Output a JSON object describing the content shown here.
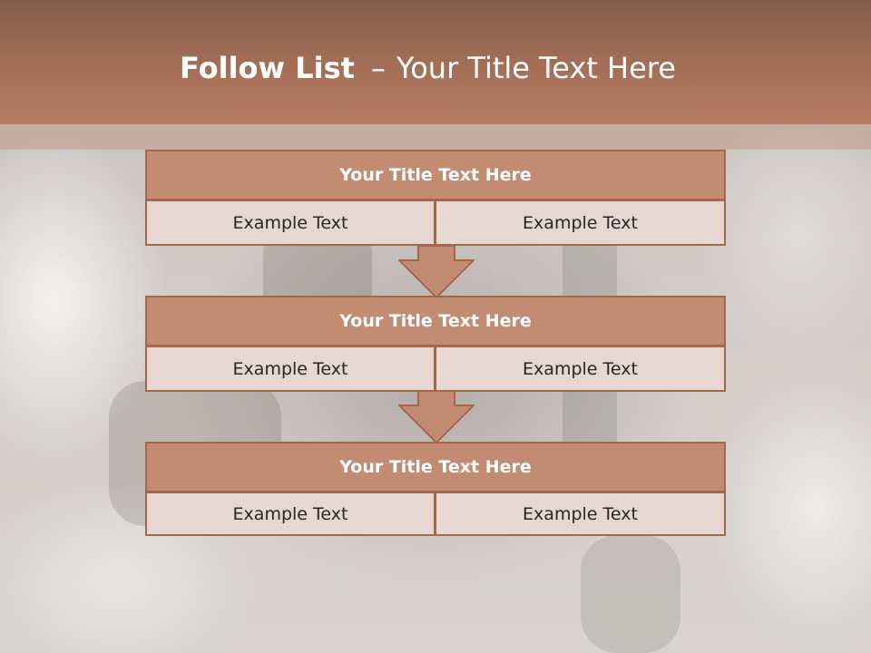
{
  "header": {
    "title_bold": "Follow List",
    "title_separator": "–",
    "title_rest": "Your Title Text Here"
  },
  "blocks": [
    {
      "title": "Your Title Text Here",
      "cells": [
        "Example Text",
        "Example Text"
      ]
    },
    {
      "title": "Your Title Text Here",
      "cells": [
        "Example Text",
        "Example Text"
      ]
    },
    {
      "title": "Your Title Text Here",
      "cells": [
        "Example Text",
        "Example Text"
      ]
    }
  ],
  "colors": {
    "header_band": "#a56f57",
    "block_title_fill": "#c28c73",
    "block_border": "#a5674c",
    "cell_fill": "#e7d7d2"
  },
  "icons": {
    "connector": "down-arrow-icon"
  }
}
